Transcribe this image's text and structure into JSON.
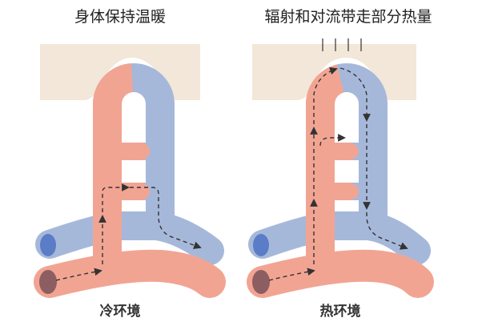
{
  "panels": [
    {
      "title": "身体保持温暖",
      "caption": "冷环境"
    },
    {
      "title": "辐射和对流带走部分热量",
      "caption": "热环境"
    }
  ],
  "colors": {
    "skin": "#f2e7d8",
    "artery": "#f2a493",
    "vein": "#a6b8da",
    "artery_cut": "#8c5e62",
    "vein_cut": "#5b7cc6",
    "flow_arrow": "#333333"
  }
}
